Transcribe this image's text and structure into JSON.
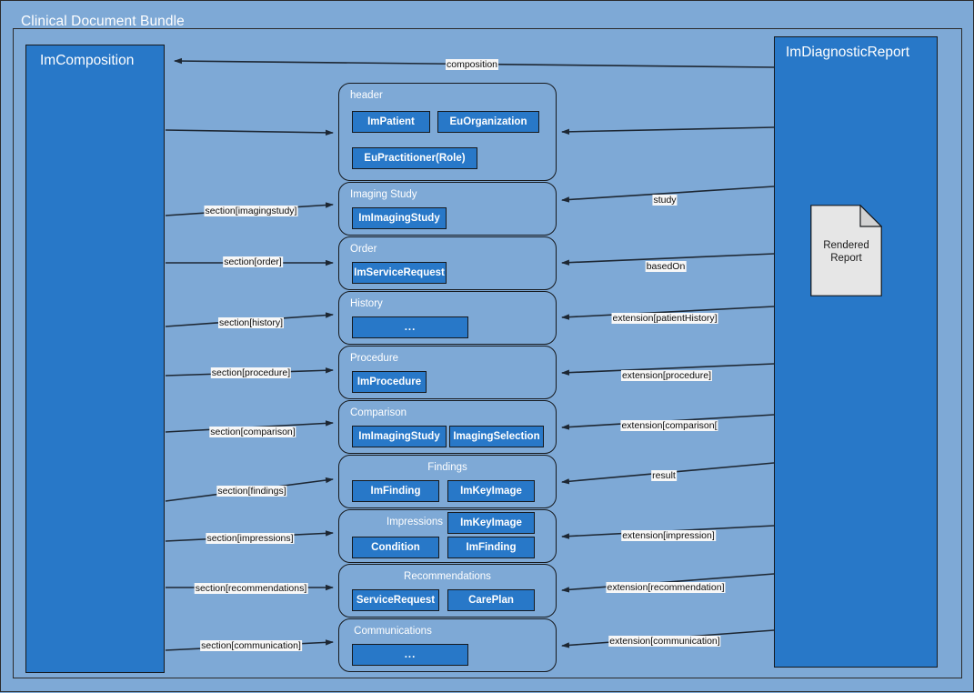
{
  "diagram": {
    "title": "Clinical Document Bundle",
    "colors": {
      "canvas": "#7ea9d6",
      "class_box": "#2878c8",
      "chip": "#2878c8",
      "stroke": "#16191d",
      "label_bg": "#f7f7f7",
      "note_fill": "#e6e6e6"
    }
  },
  "composition": {
    "label": "ImComposition"
  },
  "report": {
    "label": "ImDiagnosticReport",
    "note": {
      "line1": "Rendered",
      "line2": "Report",
      "icon": "document-note-icon"
    }
  },
  "sections": [
    {
      "id": "header",
      "title": "header",
      "title_align": "left",
      "chips": [
        "ImPatient",
        "EuOrganization",
        "EuPractitioner(Role)"
      ]
    },
    {
      "id": "imagingstudy",
      "title": "Imaging Study",
      "title_align": "left",
      "chips": [
        "ImImagingStudy"
      ]
    },
    {
      "id": "order",
      "title": "Order",
      "title_align": "left",
      "chips": [
        "ImServiceRequest"
      ]
    },
    {
      "id": "history",
      "title": "History",
      "title_align": "left",
      "chips": [
        "..."
      ]
    },
    {
      "id": "procedure",
      "title": "Procedure",
      "title_align": "left",
      "chips": [
        "ImProcedure"
      ]
    },
    {
      "id": "comparison",
      "title": "Comparison",
      "title_align": "left",
      "chips": [
        "ImImagingStudy",
        "ImagingSelection"
      ]
    },
    {
      "id": "findings",
      "title": "Findings",
      "title_align": "center",
      "chips": [
        "ImFinding",
        "ImKeyImage"
      ]
    },
    {
      "id": "impressions",
      "title": "Impressions",
      "title_align": "center",
      "chips": [
        "ImKeyImage",
        "Condition",
        "ImFinding"
      ]
    },
    {
      "id": "recommendations",
      "title": "Recommendations",
      "title_align": "center",
      "chips": [
        "ServiceRequest",
        "CarePlan"
      ]
    },
    {
      "id": "communications",
      "title": "Communications",
      "title_align": "center",
      "chips": [
        "..."
      ]
    }
  ],
  "edges": {
    "top": {
      "label": "composition"
    },
    "left": [
      {
        "label": "section[imagingstudy]"
      },
      {
        "label": "section[order]"
      },
      {
        "label": "section[history]"
      },
      {
        "label": "section[procedure]"
      },
      {
        "label": "section[comparison]"
      },
      {
        "label": "section[findings]"
      },
      {
        "label": "section[impressions]"
      },
      {
        "label": "section[recommendations]"
      },
      {
        "label": "section[communication]"
      }
    ],
    "right": [
      {
        "label": "study"
      },
      {
        "label": "basedOn"
      },
      {
        "label": "extension[patientHistory]"
      },
      {
        "label": "extension[procedure]"
      },
      {
        "label": "extension[comparison["
      },
      {
        "label": "result"
      },
      {
        "label": "extension[impression]"
      },
      {
        "label": "extension[recommendation]"
      },
      {
        "label": "extension[communication]"
      }
    ]
  }
}
